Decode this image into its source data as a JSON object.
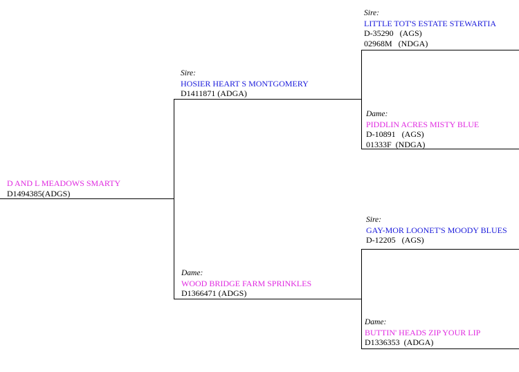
{
  "subject": {
    "name": "D AND L MEADOWS SMARTY",
    "reg": "D1494385(ADGS)"
  },
  "sire": {
    "role": "Sire:",
    "name": "HOSIER HEART S MONTGOMERY",
    "reg": "D1411871 (ADGA)"
  },
  "dam": {
    "role": "Dame:",
    "name": "WOOD BRIDGE FARM SPRINKLES",
    "reg": "D1366471 (ADGS)"
  },
  "sire_sire": {
    "role": "Sire:",
    "name": "LITTLE TOT'S ESTATE STEWARTIA",
    "reg1": "D-35290   (AGS)",
    "reg2": "02968M   (NDGA)"
  },
  "sire_dam": {
    "role": "Dame:",
    "name": "PIDDLIN ACRES MISTY BLUE",
    "reg1": "D-10891   (AGS)",
    "reg2": "01333F  (NDGA)"
  },
  "dam_sire": {
    "role": "Sire:",
    "name": "GAY-MOR LOONET'S MOODY BLUES",
    "reg1": "D-12205   (AGS)"
  },
  "dam_dam": {
    "role": "Dame:",
    "name": "BUTTIN' HEADS ZIP YOUR LIP",
    "reg1": "D1336353  (ADGA)"
  },
  "colors": {
    "sire_text": "#1a1adb",
    "dam_text": "#e02ae0"
  }
}
